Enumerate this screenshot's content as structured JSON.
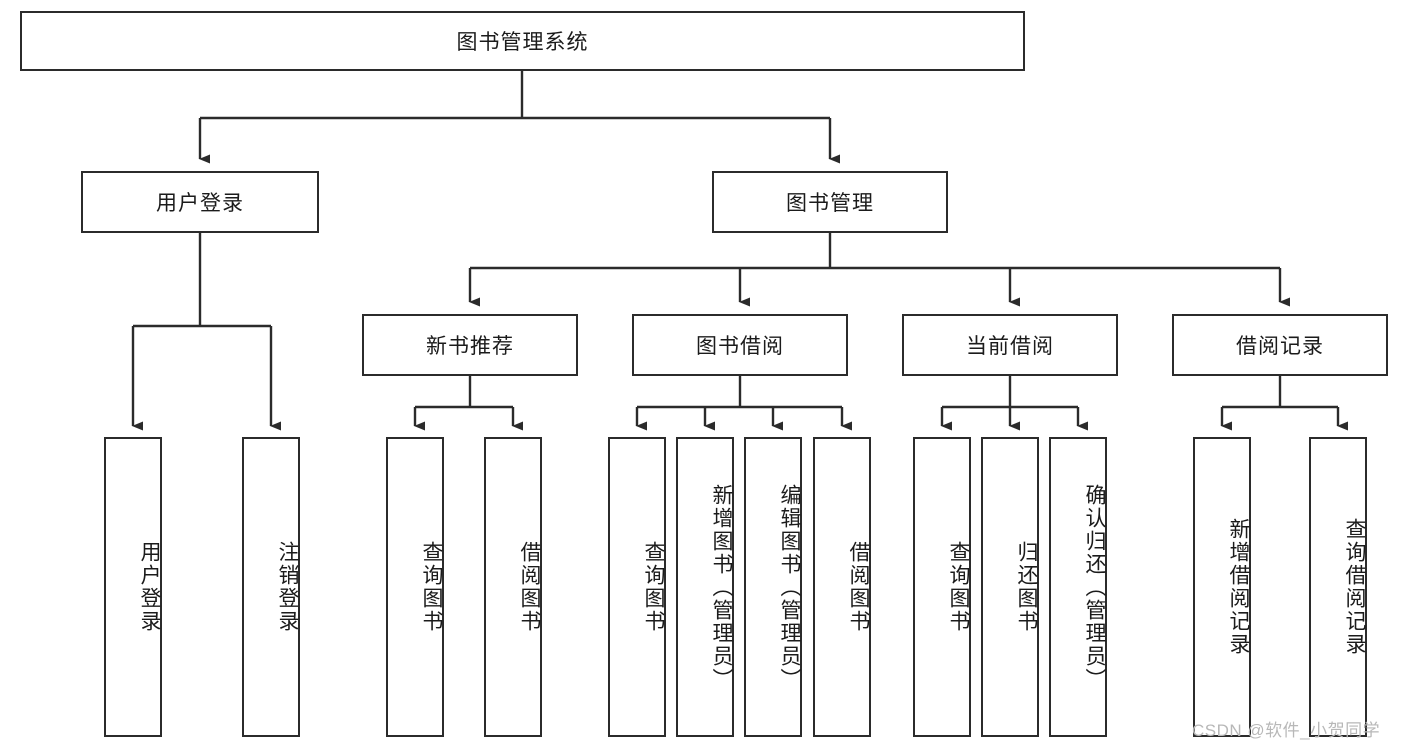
{
  "diagram": {
    "type": "tree-hierarchy",
    "title": "图书管理系统",
    "watermark": "CSDN @软件_小贺同学",
    "colors": {
      "box_border": "#2b2b2b",
      "box_fill": "#ffffff",
      "connector": "#2b2b2b",
      "text": "#1b1b1b",
      "watermark": "#b8b8b8"
    },
    "nodes": {
      "root": {
        "label": "图书管理系统",
        "level": 1,
        "orientation": "horizontal"
      },
      "l2": [
        {
          "id": "user-login",
          "label": "用户登录",
          "level": 2,
          "orientation": "horizontal"
        },
        {
          "id": "book-manage",
          "label": "图书管理",
          "level": 2,
          "orientation": "horizontal"
        }
      ],
      "l3": [
        {
          "id": "new-book-recommend",
          "label": "新书推荐",
          "level": 3,
          "orientation": "horizontal"
        },
        {
          "id": "book-borrow",
          "label": "图书借阅",
          "level": 3,
          "orientation": "horizontal"
        },
        {
          "id": "current-borrow",
          "label": "当前借阅",
          "level": 3,
          "orientation": "horizontal"
        },
        {
          "id": "borrow-record",
          "label": "借阅记录",
          "level": 3,
          "orientation": "horizontal"
        }
      ],
      "leaves": [
        {
          "id": "leaf-user-login",
          "label": "用户登录",
          "parent": "user-login",
          "orientation": "vertical"
        },
        {
          "id": "leaf-user-logout",
          "label": "注销登录",
          "parent": "user-login",
          "orientation": "vertical"
        },
        {
          "id": "leaf-query-book-1",
          "label": "查询图书",
          "parent": "new-book-recommend",
          "orientation": "vertical"
        },
        {
          "id": "leaf-borrow-book-1",
          "label": "借阅图书",
          "parent": "new-book-recommend",
          "orientation": "vertical"
        },
        {
          "id": "leaf-query-book-2",
          "label": "查询图书",
          "parent": "book-borrow",
          "orientation": "vertical"
        },
        {
          "id": "leaf-add-book",
          "label": "新增图书（管理员）",
          "parent": "book-borrow",
          "orientation": "vertical"
        },
        {
          "id": "leaf-edit-book",
          "label": "编辑图书（管理员）",
          "parent": "book-borrow",
          "orientation": "vertical"
        },
        {
          "id": "leaf-borrow-book-2",
          "label": "借阅图书",
          "parent": "book-borrow",
          "orientation": "vertical"
        },
        {
          "id": "leaf-query-book-3",
          "label": "查询图书",
          "parent": "current-borrow",
          "orientation": "vertical"
        },
        {
          "id": "leaf-return-book",
          "label": "归还图书",
          "parent": "current-borrow",
          "orientation": "vertical"
        },
        {
          "id": "leaf-confirm-return",
          "label": "确认归还（管理员）",
          "parent": "current-borrow",
          "orientation": "vertical"
        },
        {
          "id": "leaf-add-record",
          "label": "新增借阅记录",
          "parent": "borrow-record",
          "orientation": "vertical"
        },
        {
          "id": "leaf-query-record",
          "label": "查询借阅记录",
          "parent": "borrow-record",
          "orientation": "vertical"
        }
      ]
    }
  }
}
